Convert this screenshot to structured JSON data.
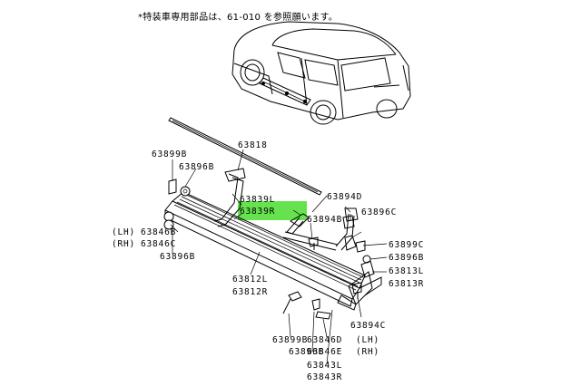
{
  "note": "*特装車専用部品は、61-010 を参照願います。",
  "highlight_color": "#66e24f",
  "labels": {
    "p63818": "63818",
    "p63899b_top": "63899B",
    "p63896b_top": "63896B",
    "p63839l": "63839L",
    "p63839r": "63839R",
    "p63894d": "63894D",
    "p63894b": "63894B",
    "p63896c": "63896C",
    "lh_left": "(LH)",
    "rh_left": "(RH)",
    "p63846b": "63846B",
    "p63846c": "63846C",
    "p63896b_left": "63896B",
    "p63899c": "63899C",
    "p63896b_right": "63896B",
    "p63813l": "63813L",
    "p63813r": "63813R",
    "p63812l": "63812L",
    "p63812r": "63812R",
    "p63894c": "63894C",
    "p63899b_bottom": "63899B",
    "p63896b_bottom": "63896B",
    "p63846d": "63846D",
    "p63846e": "63846E",
    "lh_right": "(LH)",
    "rh_right": "(RH)",
    "p63843l": "63843L",
    "p63843r": "63843R"
  }
}
